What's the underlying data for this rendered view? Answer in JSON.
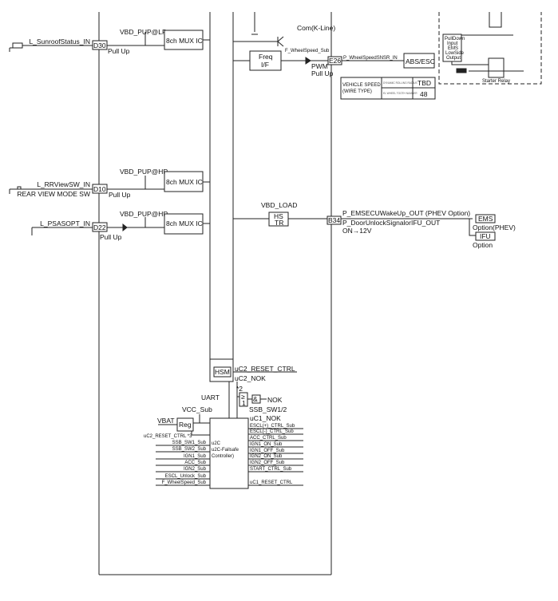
{
  "inputs": {
    "sunroof": {
      "signal": "L_SunroofStatus_IN",
      "pin": "D30",
      "pullup": "Pull Up",
      "supply": "VBD_PUP@LP",
      "mux": "8ch MUX IC"
    },
    "rrview": {
      "signal": "L_RRViewSW_IN",
      "switch": "REAR VIEW MODE SW",
      "pin": "D10",
      "pullup": "Pull Up",
      "supply": "VBD_PUP@HP",
      "mux": "8ch MUX IC"
    },
    "psasopt": {
      "signal": "L_PSASOPT_IN",
      "pin": "D22",
      "pullup": "Pull Up",
      "supply": "VBD_PUP@HP",
      "mux": "8ch MUX IC"
    }
  },
  "wheel": {
    "com": "Com(K-Line)",
    "freq": "Freq",
    "freq2": "I/F",
    "sub": "F_WheelSpeed_Sub",
    "pwm": "PWM",
    "pullup": "Pull Up",
    "pin": "E26",
    "signal": "P_WheelSpeedSNSR_IN",
    "target": "ABS/ESC"
  },
  "table": {
    "title1": "VEHICLE SPEED",
    "title2": "(WIRE TYPE)",
    "r1label": "DYNAMIC ROLLING RADIUS",
    "r1value": "TBD",
    "r2label": "EL WHEEL TOOTH NUMBER",
    "r2value": "48"
  },
  "ems_box": {
    "l1": "PullDown",
    "l2": "Input",
    "l3": "EMS",
    "l4": "LowSide",
    "l5": "Output",
    "relay": "Starter Relay"
  },
  "output": {
    "supply": "VBD_LOAD",
    "tr1": "HS",
    "tr2": "TR",
    "pin": "B34",
    "sig1": "P_EMSECUWakeUp_OUT (PHEV Option)",
    "sig2": "P_DoorUnlockSignalorIFU_OUT",
    "sig3": "ON→12V",
    "ems": "EMS",
    "ems_opt": "Option(PHEV)",
    "ifu": "IFU",
    "ifu_opt": "Option"
  },
  "bottom": {
    "hsm": "HSM",
    "uc2_reset": "uC2_RESET_CTRL",
    "uc2_nok": "uC2_NOK",
    "star2": "*2",
    "ge": "≥",
    "one": "1",
    "and": "&",
    "nok": "NOK",
    "ssb": "SSB_SW1/2",
    "uart": "UART",
    "vcc": "VCC_Sub",
    "vbat": "VBAT",
    "reg": "Reg",
    "uc2_reset3": "uC2_RESET_CTRL *3",
    "ctrl": [
      "u2C",
      "u2C-Failsafe",
      "Controller)"
    ],
    "in": [
      "SSB_SW1_Sub",
      "SSB_SW2_Sub",
      "IGN1_Sub",
      "ACC_Sub",
      "IGN2_Sub",
      "ESCL_Unlock_Sub",
      "F_WheelSpeed_Sub"
    ],
    "out": [
      "uC1_NOK",
      "ESCL(+)_CTRL_Sub",
      "ESCL(-)_CTRL_Sub",
      "ACC_CTRL_Sub",
      "IGN1_ON_Sub",
      "IGN1_OFF_Sub",
      "IGN2_ON_Sub",
      "IGN2_OFF_Sub",
      "START_CTRL_Sub",
      "uC1_RESET_CTRL"
    ]
  }
}
